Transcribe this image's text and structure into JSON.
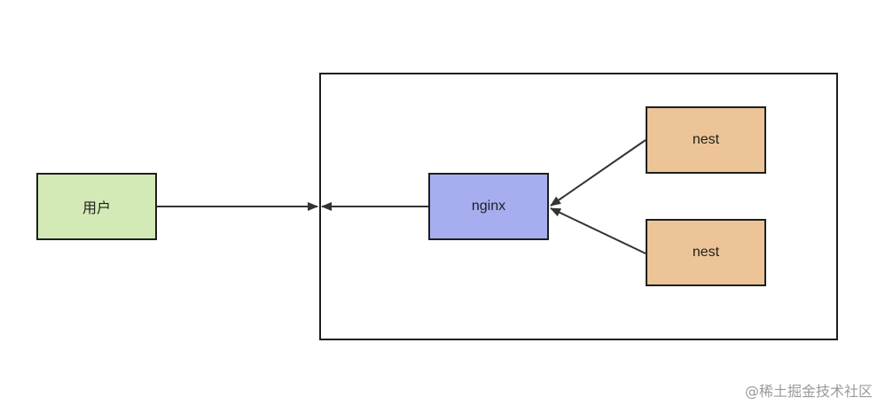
{
  "nodes": {
    "user": {
      "label": "用户",
      "color": "#d3eab7"
    },
    "nginx": {
      "label": "nginx",
      "color": "#a6aef0"
    },
    "nest1": {
      "label": "nest",
      "color": "#ecc497"
    },
    "nest2": {
      "label": "nest",
      "color": "#ecc497"
    }
  },
  "edges": [
    {
      "from": "user",
      "to": "container"
    },
    {
      "from": "nginx",
      "to": "container"
    },
    {
      "from": "nest1",
      "to": "nginx"
    },
    {
      "from": "nest2",
      "to": "nginx"
    }
  ],
  "stroke_color": "#333333",
  "watermark": "@稀土掘金技术社区"
}
